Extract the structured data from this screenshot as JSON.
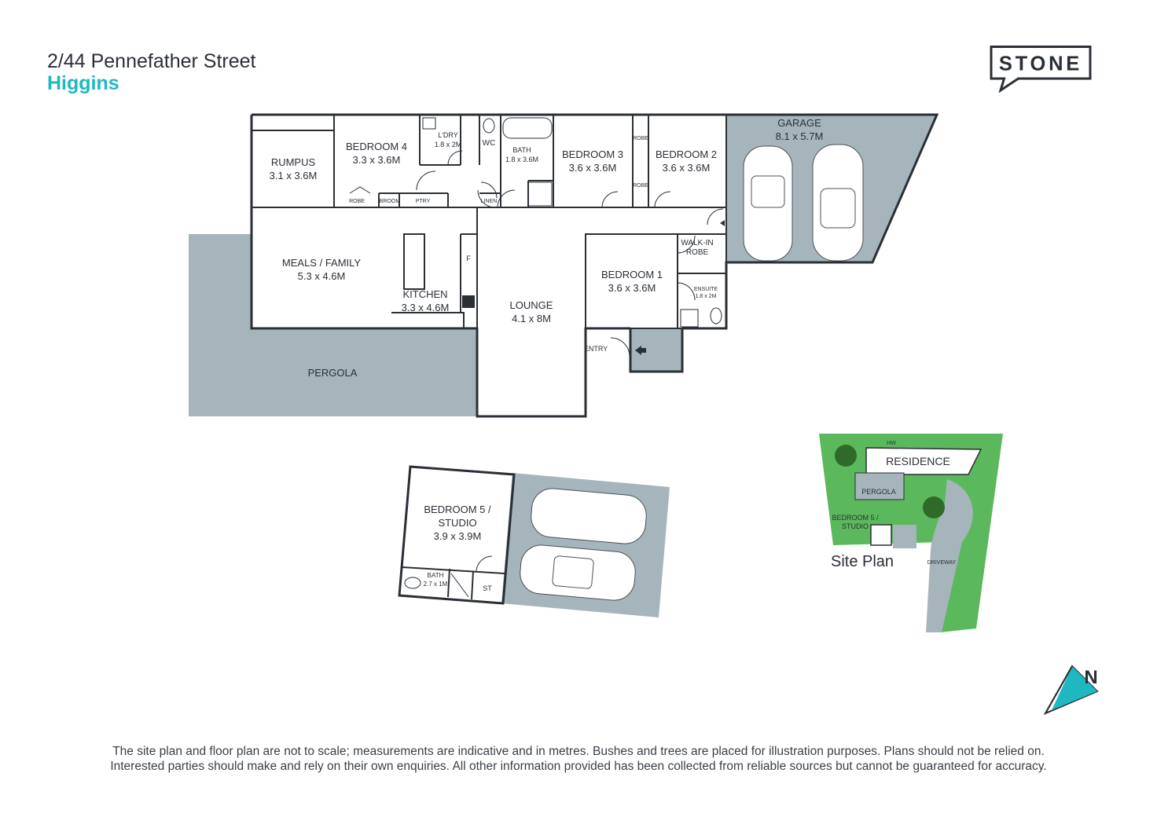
{
  "header": {
    "address": "2/44 Pennefather Street",
    "suburb": "Higgins"
  },
  "logo": {
    "text": "STONE"
  },
  "colors": {
    "accent": "#1fb8c1",
    "paving": "#a5b5bb",
    "lawn": "#5cb85c",
    "wall": "#2a2f36"
  },
  "rooms": {
    "rumpus": {
      "name": "RUMPUS",
      "size": "3.1 x 3.6M"
    },
    "bedroom4": {
      "name": "BEDROOM 4",
      "size": "3.3 x 3.6M"
    },
    "ldry": {
      "name": "L'DRY",
      "size": "1.8 x 2M"
    },
    "wc": {
      "name": "WC"
    },
    "bath": {
      "name": "BATH",
      "size": "1.8 x 3.6M"
    },
    "bedroom3": {
      "name": "BEDROOM 3",
      "size": "3.6 x 3.6M"
    },
    "bedroom2": {
      "name": "BEDROOM 2",
      "size": "3.6 x 3.6M"
    },
    "garage": {
      "name": "GARAGE",
      "size": "8.1 x 5.7M"
    },
    "robe": "ROBE",
    "broom": "BROOM",
    "ptry": "PTRY",
    "linen": "LINEN",
    "meals": {
      "name": "MEALS / FAMILY",
      "size": "5.3 x 4.6M"
    },
    "kitchen": {
      "name": "KITCHEN",
      "size": "3.3 x 4.6M"
    },
    "fridge": "F",
    "lounge": {
      "name": "LOUNGE",
      "size": "4.1 x 8M"
    },
    "bedroom1": {
      "name": "BEDROOM 1",
      "size": "3.6 x 3.6M"
    },
    "walkin": {
      "line1": "WALK-IN",
      "line2": "ROBE"
    },
    "ensuite": {
      "name": "ENSUITE",
      "size": "1.8 x 2M"
    },
    "entry": "ENTRY",
    "pergola": "PERGOLA",
    "bedroom5": {
      "line1": "BEDROOM 5 /",
      "line2": "STUDIO",
      "size": "3.9 x 3.9M"
    },
    "bath2": {
      "name": "BATH",
      "size": "2.7 x 1M"
    },
    "st": "ST"
  },
  "site_plan": {
    "title": "Site Plan",
    "hw": "HW",
    "residence": "RESIDENCE",
    "pergola": "PERGOLA",
    "bedroom5_line1": "BEDROOM 5 /",
    "bedroom5_line2": "STUDIO",
    "driveway": "DRIVEWAY"
  },
  "compass": {
    "label": "N",
    "icon": "north-arrow-icon"
  },
  "disclaimer": {
    "line1": "The site plan and floor plan are not to scale; measurements are indicative and in metres. Bushes and trees are placed for illustration purposes. Plans should not be relied on.",
    "line2": "Interested parties should make and rely on their own enquiries. All other information provided has been collected from reliable sources but cannot be guaranteed for accuracy."
  }
}
